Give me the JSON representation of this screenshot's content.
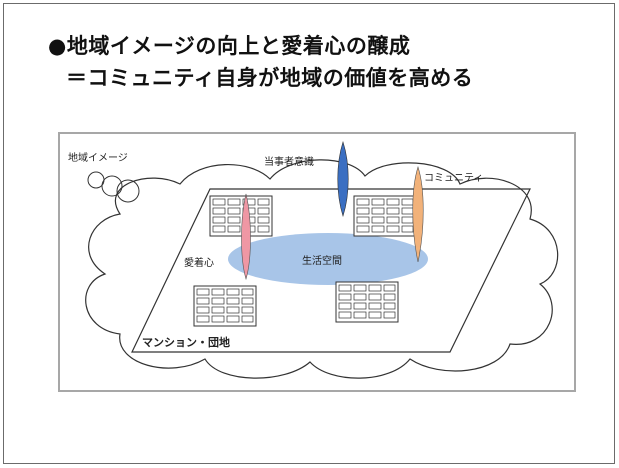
{
  "slide": {
    "title_line1": "●地域イメージの向上と愛着心の醸成",
    "title_line2": "＝コミュニティ自身が地域の価値を高める"
  },
  "diagram": {
    "label_image": "地域イメージ",
    "label_tojisha": "当事者意識",
    "label_community": "コミュニティ",
    "label_aichaku": "愛着心",
    "label_seikatsu": "生活空間",
    "label_mansion": "マンション・団地",
    "colors": {
      "bubble": "#9fbfe6",
      "blue_balloon": "#3b6fc2",
      "orange_balloon": "#f2b27a",
      "pink_balloon": "#ef97a4"
    }
  }
}
